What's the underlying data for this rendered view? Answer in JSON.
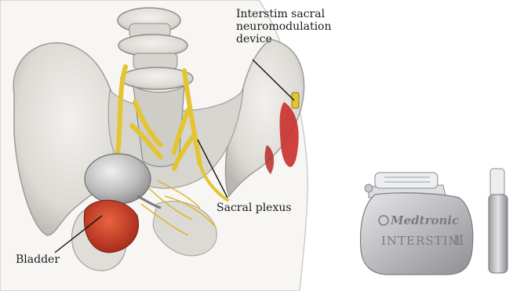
{
  "labels": {
    "device_line1": "Interstim sacral",
    "device_line2": "neuromodulation",
    "device_line3": "device",
    "sacral_plexus": "Sacral plexus",
    "bladder": "Bladder"
  },
  "device": {
    "brand": "Medtronic",
    "model": "INTERSTIM",
    "model_suffix": "II"
  },
  "colors": {
    "bone": "#e4e2dc",
    "nerve": "#e3c531",
    "bladder": "#c33a2a",
    "device_body": "#bdbdc0",
    "muscle": "#c9302b"
  }
}
